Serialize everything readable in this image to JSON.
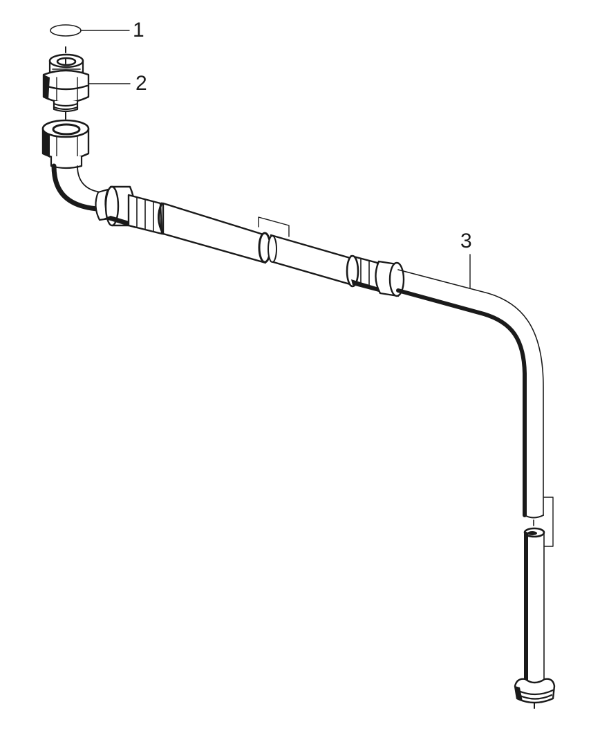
{
  "diagram": {
    "type": "exploded-parts-diagram",
    "subject": "hose assembly",
    "colors": {
      "ink": "#1a1a1a",
      "background": "#ffffff"
    },
    "callouts": [
      {
        "id": "1",
        "label": "1",
        "part": "o-ring"
      },
      {
        "id": "2",
        "label": "2",
        "part": "adapter-fitting"
      },
      {
        "id": "3",
        "label": "3",
        "part": "hose"
      }
    ]
  }
}
